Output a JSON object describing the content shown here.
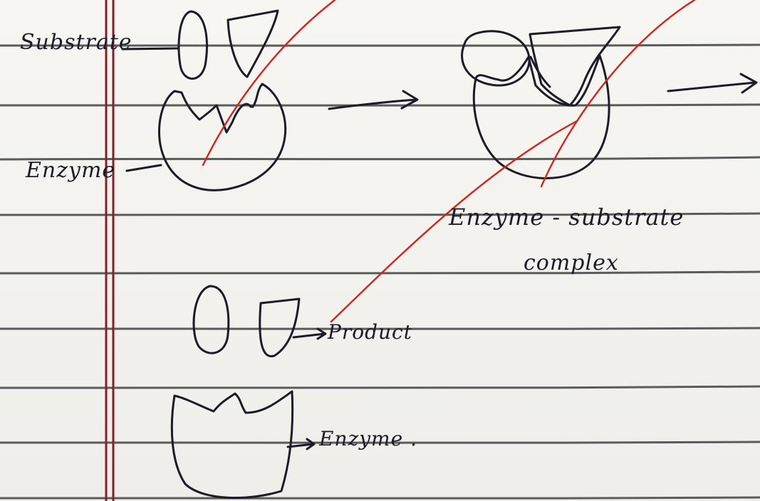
{
  "labels": {
    "substrate": "Substrate",
    "enzyme": "Enzyme",
    "complex_line1": "Enzyme - substrate",
    "complex_line2": "complex",
    "product": "Product",
    "enzyme_bottom": "Enzyme ."
  },
  "colors": {
    "paper": "#f4f3f0",
    "ruled_line": "#5b5b5b",
    "margin_line": "#8b1c2a",
    "ink": "#1c1c28",
    "annotation": "#d2231c"
  }
}
